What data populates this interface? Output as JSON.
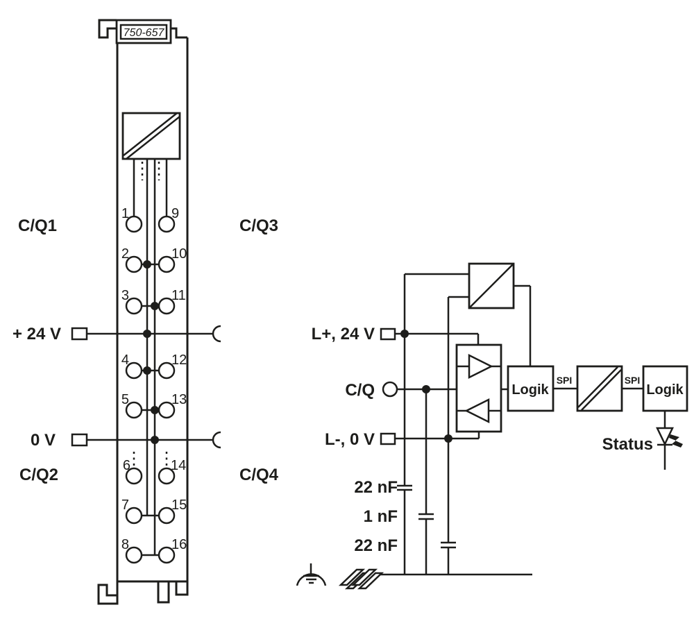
{
  "figure": {
    "module": {
      "part_number": "750-657",
      "left_labels": {
        "cq1": "C/Q1",
        "p24": "+ 24 V",
        "v0": "0 V",
        "cq2": "C/Q2"
      },
      "right_labels": {
        "cq3": "C/Q3",
        "cq4": "C/Q4"
      },
      "terminals_left": [
        "1",
        "2",
        "3",
        "4",
        "5",
        "6",
        "7",
        "8"
      ],
      "terminals_right": [
        "9",
        "10",
        "11",
        "12",
        "13",
        "14",
        "15",
        "16"
      ]
    },
    "circuit": {
      "lplus_label": "L+, 24 V",
      "cq_label": "C/Q",
      "lminus_label": "L-, 0 V",
      "cap1_label": "22 nF",
      "cap2_label": "1 nF",
      "cap3_label": "22 nF",
      "logik1_label": "Logik",
      "logik2_label": "Logik",
      "spi1_label": "SPI",
      "spi2_label": "SPI",
      "status_label": "Status"
    },
    "colors": {
      "line": "#1d1d1b",
      "background": "#ffffff"
    }
  }
}
